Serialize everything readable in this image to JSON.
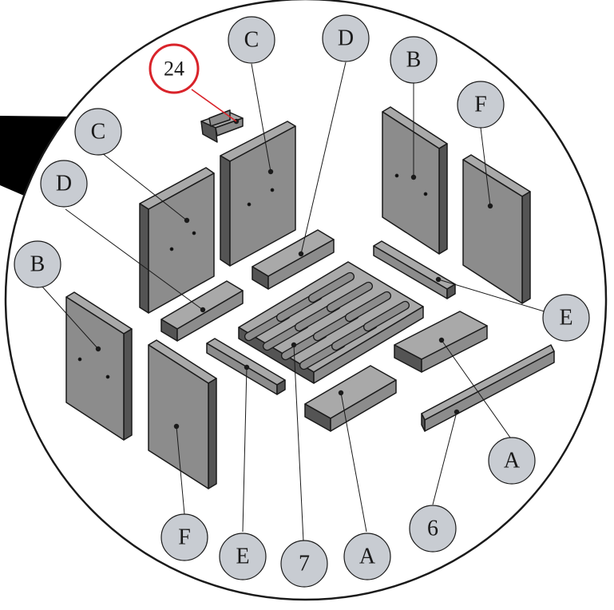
{
  "colors": {
    "panel_face": "#8c8c8c",
    "panel_side": "#545454",
    "panel_top": "#a9a9a9",
    "outline": "#1a1a1a",
    "callout_fill": "#c8ccd2",
    "highlight": "#d9232a",
    "wedge": "#000000"
  },
  "callouts": {
    "c24": "24",
    "c_top": "C",
    "c_left": "C",
    "d_top": "D",
    "d_left": "D",
    "b_top": "B",
    "b_left": "B",
    "f_top": "F",
    "f_bottom": "F",
    "e_right": "E",
    "e_bottom": "E",
    "a_right": "A",
    "a_bottom": "A",
    "n6": "6",
    "n7": "7"
  },
  "icons": {
    "bracket": "bracket-clip-icon",
    "grate": "grate-icon"
  }
}
